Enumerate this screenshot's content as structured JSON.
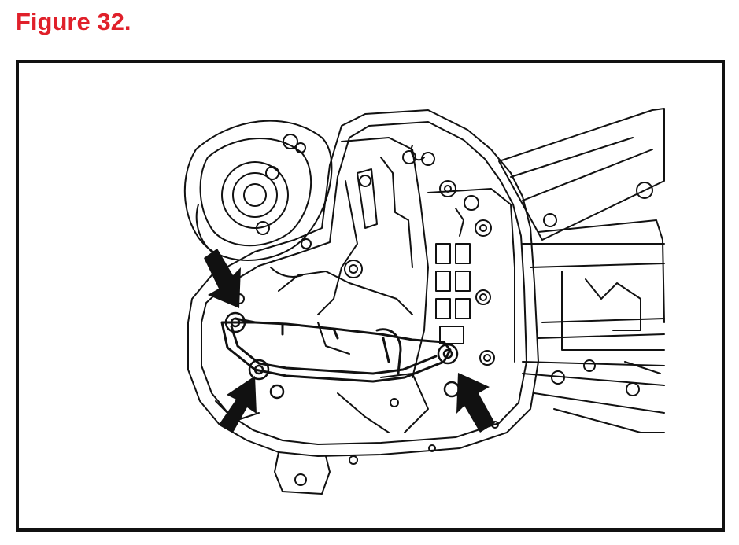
{
  "figure": {
    "title": "Figure 32."
  },
  "colors": {
    "title": "#e0202a",
    "frame": "#111111",
    "line": "#111111",
    "arrow": "#111111"
  },
  "icons": {
    "arrows": [
      "arrow-upper-left",
      "arrow-lower-left",
      "arrow-lower-right"
    ],
    "bolts": [
      "bolt-left-upper",
      "bolt-left-lower",
      "bolt-right"
    ]
  }
}
